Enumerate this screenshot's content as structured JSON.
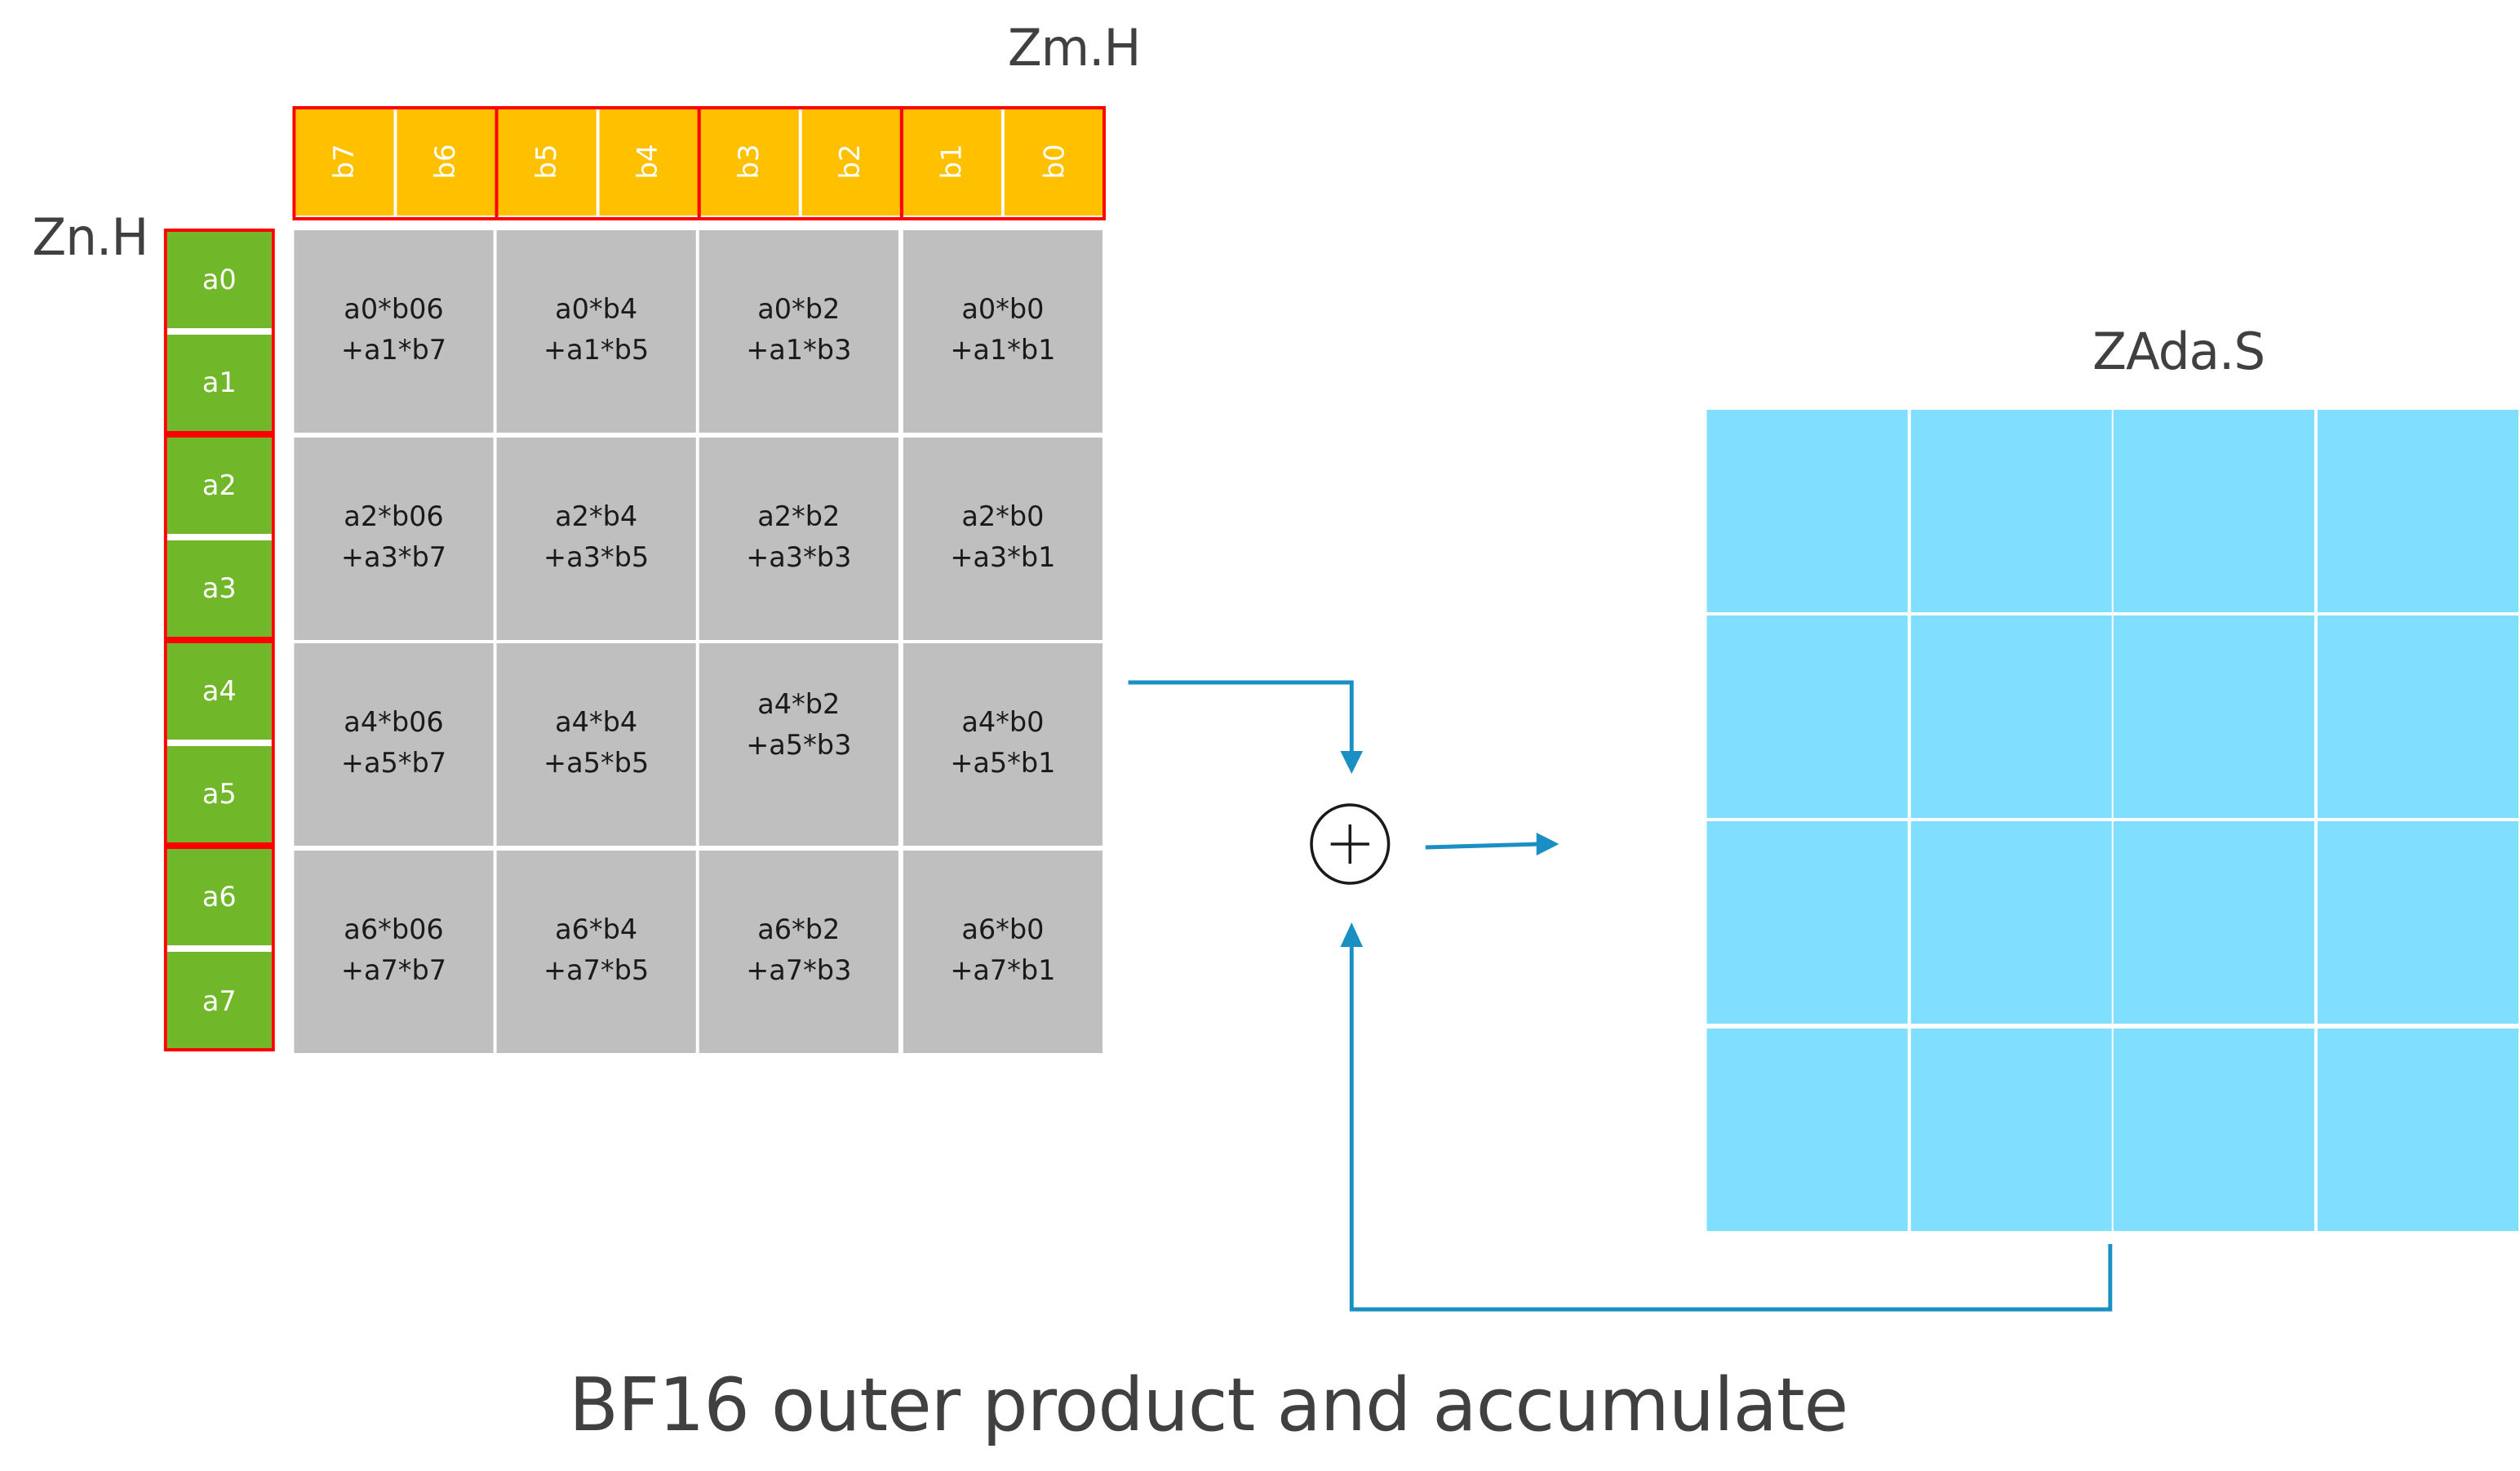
{
  "labels": {
    "zm": "Zm.H",
    "zn": "Zn.H",
    "zada": "ZAda.S",
    "caption": "BF16 outer product and accumulate"
  },
  "zm_elements": [
    "b7",
    "b6",
    "b5",
    "b4",
    "b3",
    "b2",
    "b1",
    "b0"
  ],
  "zn_elements": [
    "a0",
    "a1",
    "a2",
    "a3",
    "a4",
    "a5",
    "a6",
    "a7"
  ],
  "products": [
    [
      [
        "a0*b06",
        "+a1*b7"
      ],
      [
        "a0*b4",
        "+a1*b5"
      ],
      [
        "a0*b2",
        "+a1*b3"
      ],
      [
        "a0*b0",
        "+a1*b1"
      ]
    ],
    [
      [
        "a2*b06",
        "+a3*b7"
      ],
      [
        "a2*b4",
        "+a3*b5"
      ],
      [
        "a2*b2",
        "+a3*b3"
      ],
      [
        "a2*b0",
        "+a3*b1"
      ]
    ],
    [
      [
        "a4*b06",
        "+a5*b7"
      ],
      [
        "a4*b4",
        "+a5*b5"
      ],
      [
        "a4*b2",
        "+a5*b3"
      ],
      [
        "a4*b0",
        "+a5*b1"
      ]
    ],
    [
      [
        "a6*b06",
        "+a7*b7"
      ],
      [
        "a6*b4",
        "+a7*b5"
      ],
      [
        "a6*b2",
        "+a7*b3"
      ],
      [
        "a6*b0",
        "+a7*b1"
      ]
    ]
  ],
  "colors": {
    "zm": "#ffc000",
    "zn": "#70b82a",
    "product": "#bfbfbf",
    "accumulator": "#80dfff",
    "pair_outline": "#ff0000",
    "arrow": "#1a8fc4"
  }
}
